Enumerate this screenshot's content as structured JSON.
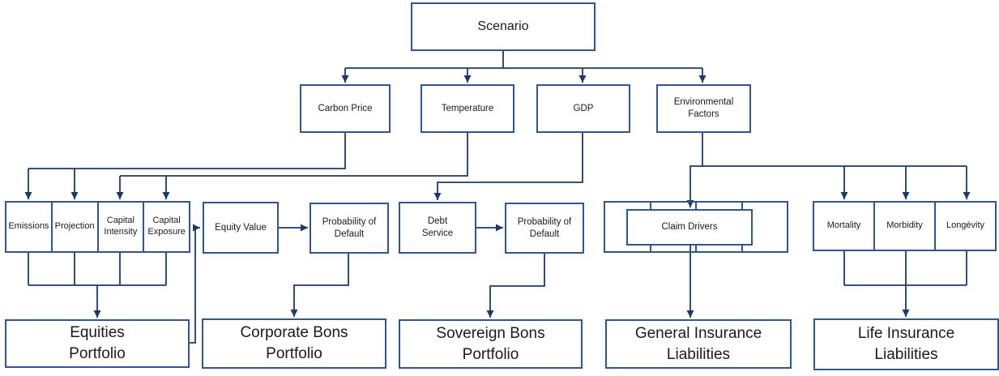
{
  "colors": {
    "box_border": "#34558b",
    "connector": "#1f3864",
    "text": "#1a1a1a",
    "background": "#ffffff"
  },
  "nodes": {
    "scenario": "Scenario",
    "carbon_price": "Carbon Price",
    "temperature": "Temperature",
    "gdp": "GDP",
    "environmental_factors": "Environmental\nFactors",
    "emissions": "Emissions",
    "projection": "Projection",
    "capital_intensity": "Capital\nIntensity",
    "capital_exposure": "Capital\nExposure",
    "equity_value": "Equity Value",
    "probability_of_default_corporate": "Probability of\nDefault",
    "debt_service": "Debt\nService",
    "probability_of_default_sovereign": "Probability of\nDefault",
    "claim_drivers": "Claim Drivers",
    "mortality": "Mortality",
    "morbidity": "Morbidity",
    "longevity": "Longévity",
    "equities_portfolio": "Equities\nPortfolio",
    "corporate_bons_portfolio": "Corporate Bons\nPortfolio",
    "sovereign_bons_portfolio": "Sovereign Bons\nPortfolio",
    "general_insurance_liabilities": "General Insurance\nLiabilities",
    "life_insurance_liabilities": "Life Insurance\nLiabilities"
  }
}
